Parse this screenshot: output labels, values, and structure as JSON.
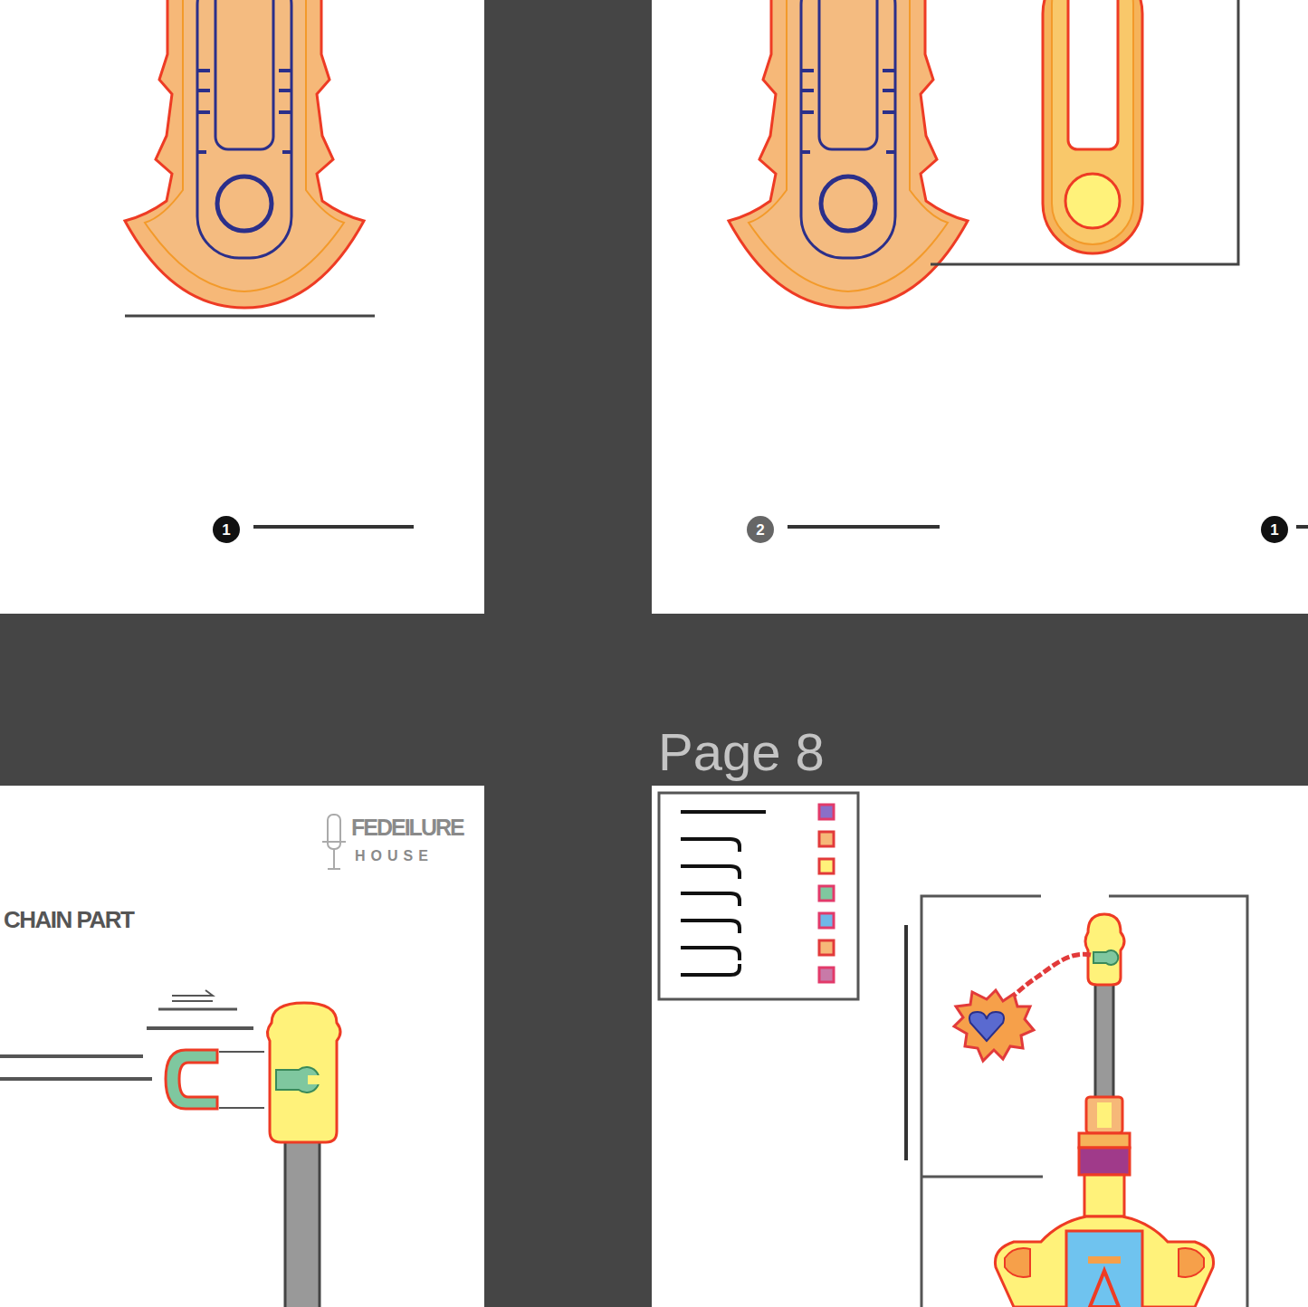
{
  "diagram": {
    "labels": [
      "1",
      "2",
      "1",
      "Page 8",
      "FEDEILURE",
      "HOUSE",
      "CHAIN PART"
    ]
  }
}
